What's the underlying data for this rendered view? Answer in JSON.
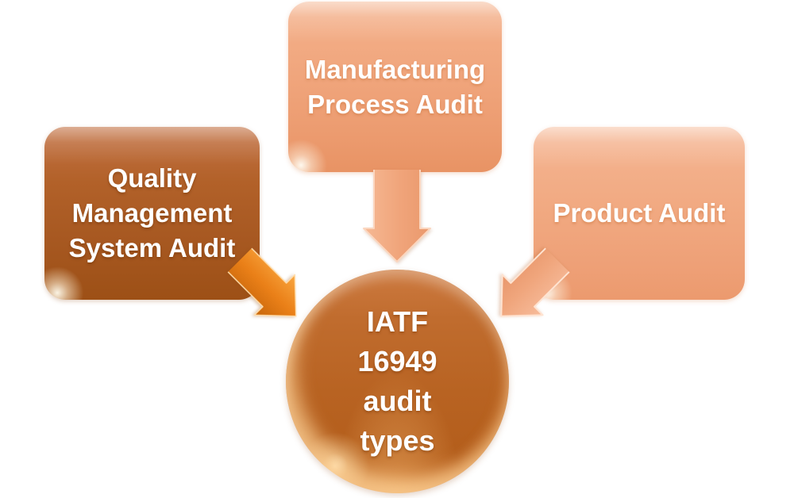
{
  "diagram": {
    "kind": "converging-radial-smartart",
    "background_color": "#ffffff",
    "text_color": "#ffffff",
    "center_circle": {
      "full_text": "IATF 16949 audit types",
      "lines": [
        "IATF",
        "16949",
        "audit",
        "types"
      ],
      "fill_color": "#b96222"
    },
    "boxes": [
      {
        "id": "quality-management-system-audit",
        "full_text": "Quality Management System Audit",
        "lines": [
          "Quality",
          "Management",
          "System Audit"
        ],
        "fill_color": "#a9591f"
      },
      {
        "id": "manufacturing-process-audit",
        "full_text": "Manufacturing Process Audit",
        "lines": [
          "Manufacturing",
          "Process Audit"
        ],
        "fill_color": "#efa47c"
      },
      {
        "id": "product-audit",
        "full_text": "Product Audit",
        "lines": [
          "Product Audit"
        ],
        "fill_color": "#f1a981"
      }
    ],
    "arrows": [
      {
        "id": "manufacturing-to-center",
        "color": "#f0a67d"
      },
      {
        "id": "qms-to-center",
        "color": "#e8821e"
      },
      {
        "id": "product-to-center",
        "color": "#f0a981"
      }
    ]
  }
}
